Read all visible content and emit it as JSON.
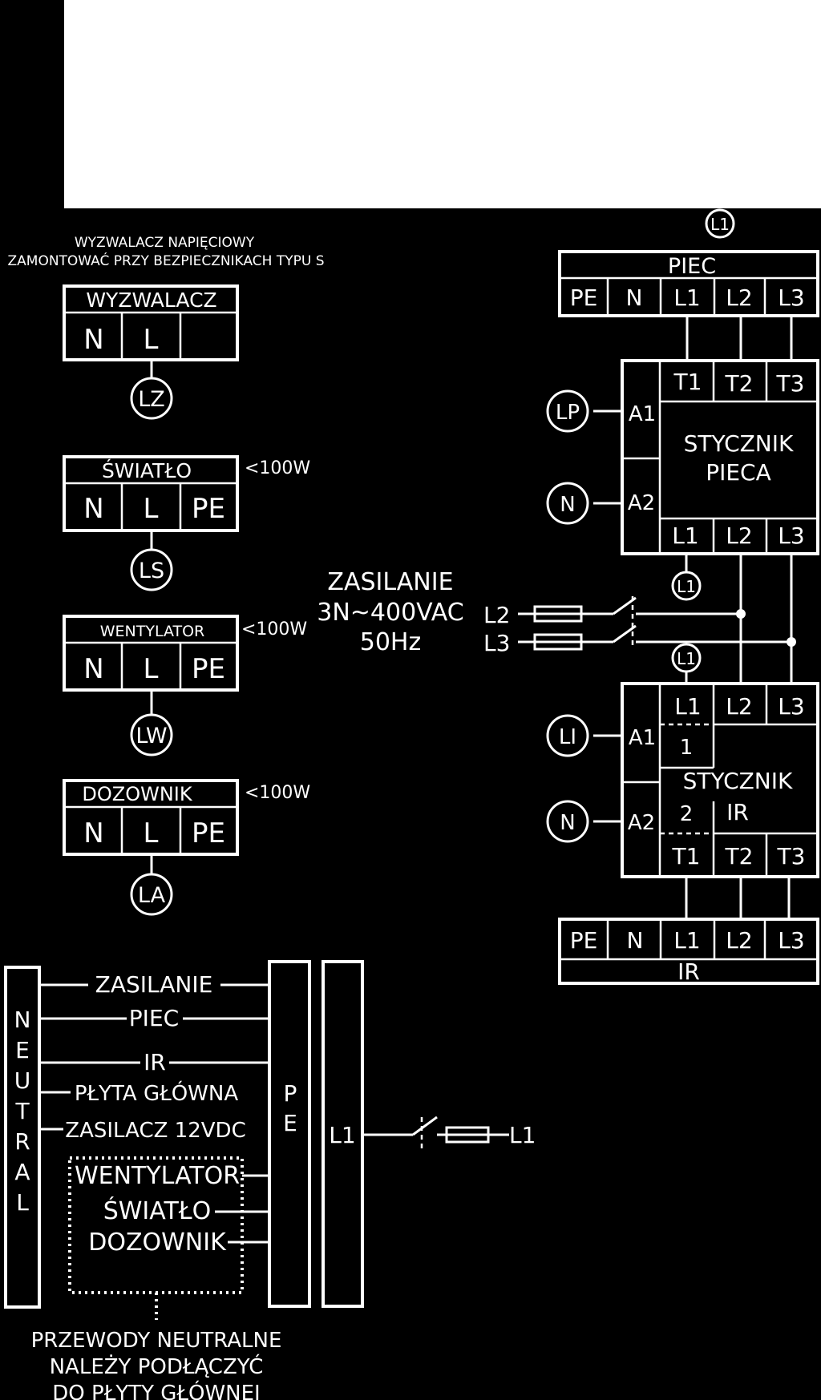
{
  "colors": {
    "background": "#000000",
    "foreground": "#ffffff",
    "panel": "#ffffff"
  },
  "note": {
    "line1": "WYZWALACZ NAPIĘCIOWY",
    "line2": "ZAMONTOWAĆ PRZY BEZPIECZNIKACH TYPU S"
  },
  "left_devices": {
    "wyzwalacz": {
      "title": "WYZWALACZ",
      "n": "N",
      "l": "L",
      "tag": "LZ"
    },
    "swiatlo": {
      "title": "ŚWIATŁO",
      "n": "N",
      "l": "L",
      "pe": "PE",
      "tag": "LS",
      "power": "<100W"
    },
    "wentylator": {
      "title": "WENTYLATOR",
      "n": "N",
      "l": "L",
      "pe": "PE",
      "tag": "LW",
      "power": "<100W"
    },
    "dozownik": {
      "title": "DOZOWNIK",
      "n": "N",
      "l": "L",
      "pe": "PE",
      "tag": "LA",
      "power": "<100W"
    }
  },
  "supply": {
    "line1": "ZASILANIE",
    "line2": "3N~400VAC",
    "line3": "50Hz",
    "l2": "L2",
    "l3": "L3"
  },
  "piec": {
    "title": "PIEC",
    "terminals": [
      "PE",
      "N",
      "L1",
      "L2",
      "L3"
    ],
    "top_tag": "L1"
  },
  "contactor_piec": {
    "label1": "STYCZNIK",
    "label2": "PIECA",
    "a1": "A1",
    "a2": "A2",
    "top": [
      "T1",
      "T2",
      "T3"
    ],
    "bottom": [
      "L1",
      "L2",
      "L3"
    ],
    "coil_a1": "LP",
    "coil_a2": "N",
    "l1_tag": "L1"
  },
  "contactor_ir": {
    "label1": "STYCZNIK",
    "label2": "IR",
    "a1": "A1",
    "a2": "A2",
    "top": [
      "L1",
      "L2",
      "L3"
    ],
    "bottom": [
      "T1",
      "T2",
      "T3"
    ],
    "sub1": "1",
    "sub2": "2",
    "coil_a1": "LI",
    "coil_a2": "N",
    "l1_tag": "L1"
  },
  "ir": {
    "title": "IR",
    "terminals": [
      "PE",
      "N",
      "L1",
      "L2",
      "L3"
    ]
  },
  "neutral": {
    "letters": [
      "N",
      "E",
      "U",
      "T",
      "R",
      "A",
      "L"
    ],
    "wires": [
      "ZASILANIE",
      "PIEC",
      "IR",
      "PŁYTA GŁÓWNA",
      "ZASILACZ 12VDC"
    ],
    "group": [
      "WENTYLATOR",
      "ŚWIATŁO",
      "DOZOWNIK"
    ]
  },
  "pe_bar": {
    "letters": [
      "P",
      "E"
    ]
  },
  "l1_bar": {
    "label": "L1",
    "out": "L1"
  },
  "footer": {
    "line1": "PRZEWODY NEUTRALNE",
    "line2": "NALEŻY PODŁĄCZYĆ",
    "line3": "DO PŁYTY GŁÓWNEJ"
  }
}
